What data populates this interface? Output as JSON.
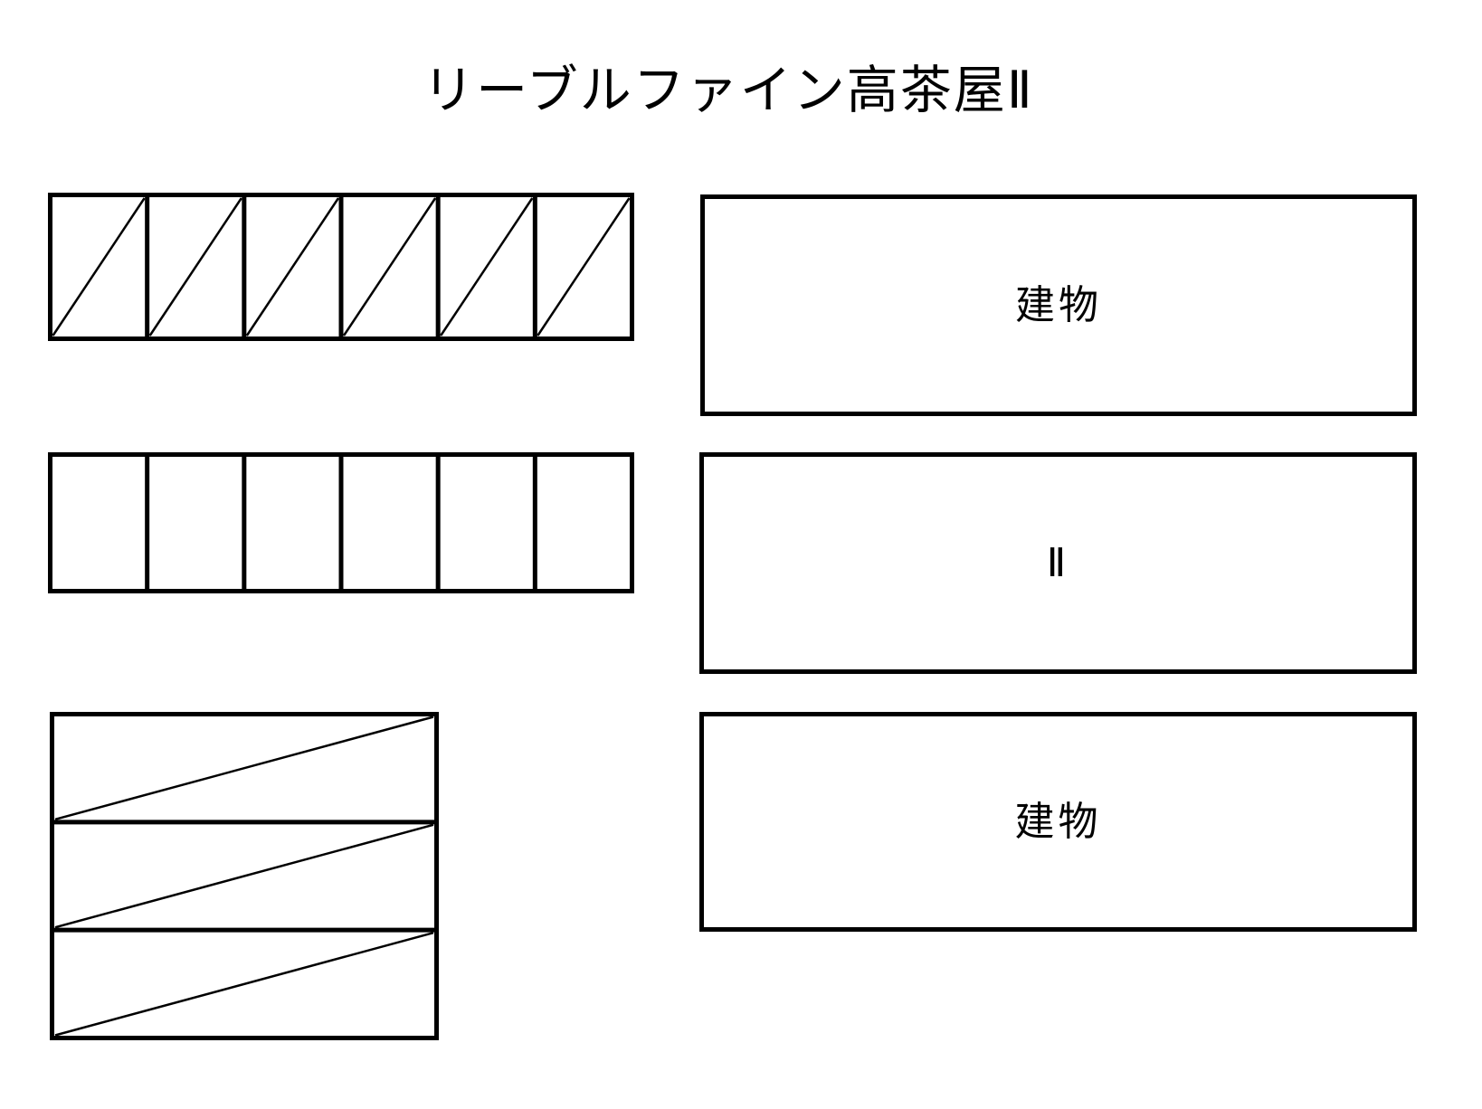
{
  "title": "リーブルファイン高茶屋Ⅱ",
  "site_plan": {
    "parking_row_top": {
      "cells": 6,
      "marking": "diagonal"
    },
    "parking_row_middle": {
      "cells": 6,
      "marking": "empty"
    },
    "parking_stack_bottom": {
      "rows": 3,
      "marking": "diagonal"
    },
    "buildings": [
      {
        "label": "建物"
      },
      {
        "label": "Ⅱ"
      },
      {
        "label": "建物"
      }
    ]
  },
  "colors": {
    "line": "#000000",
    "background": "#ffffff"
  }
}
